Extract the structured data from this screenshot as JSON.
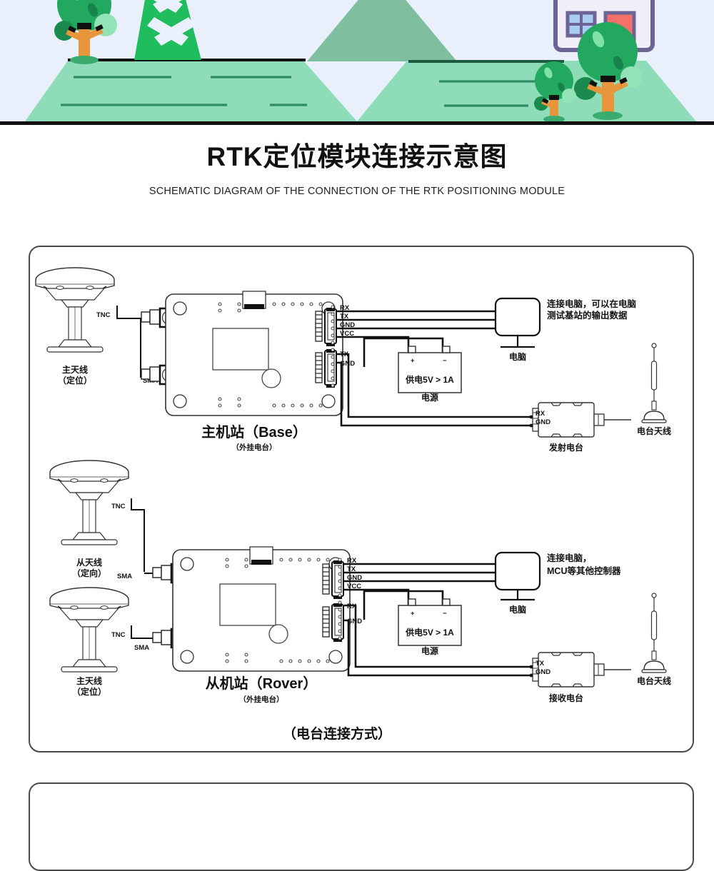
{
  "header": {
    "title": "RTK定位模块连接示意图",
    "subtitle": "SCHEMATIC DIAGRAM OF THE CONNECTION OF THE RTK POSITIONING MODULE"
  },
  "hero": {
    "scene_items": [
      "tree",
      "radio-tower",
      "mountain",
      "house",
      "trees",
      "ground"
    ],
    "colors": {
      "sky": "#eaf0fb",
      "ground": "#8fdcb8",
      "tower": "#20bd5e",
      "mountain": "#7fbfa0",
      "tree_leaf": "#23a95f",
      "tree_trunk": "#e8963c",
      "house_wall": "#f1eef8",
      "house_outline": "#6b6494",
      "house_door": "#f4706b",
      "house_window": "#a9cdf2"
    }
  },
  "diagram": {
    "base_section": {
      "antenna": {
        "label_line1": "主天线",
        "label_line2": "（定位）",
        "connector_top": "TNC",
        "connector_bottom": "SMA"
      },
      "board": {
        "title": "主机站（Base）",
        "subtitle": "（外挂电台）"
      },
      "uart1_pins": [
        "RX",
        "TX",
        "GND",
        "VCC"
      ],
      "uart2_pins": [
        "TX",
        "GND"
      ],
      "power": {
        "plus": "+",
        "minus": "−",
        "spec": "供电5V > 1A",
        "label": "电源"
      },
      "computer": {
        "label": "电脑",
        "note_line1": "连接电脑，可以在电脑",
        "note_line2": "测试基站的输出数据"
      },
      "radio": {
        "label": "发射电台",
        "pins": [
          "RX",
          "GND"
        ],
        "antenna_label": "电台天线"
      }
    },
    "rover_section": {
      "antenna_top": {
        "label_line1": "从天线",
        "label_line2": "（定向）",
        "connector_top": "TNC",
        "connector_bottom": "SMA"
      },
      "antenna_bottom": {
        "label_line1": "主天线",
        "label_line2": "（定位）",
        "connector_top": "TNC",
        "connector_bottom": "SMA"
      },
      "board": {
        "title": "从机站（Rover）",
        "subtitle": "（外挂电台）"
      },
      "uart1_pins": [
        "RX",
        "TX",
        "GND",
        "VCC"
      ],
      "uart2_pins": [
        "RX",
        "GND"
      ],
      "power": {
        "plus": "+",
        "minus": "−",
        "spec": "供电5V > 1A",
        "label": "电源"
      },
      "computer": {
        "label": "电脑",
        "note_line1": "连接电脑，",
        "note_line2": "MCU等其他控制器"
      },
      "radio": {
        "label": "接收电台",
        "pins": [
          "TX",
          "GND"
        ],
        "antenna_label": "电台天线"
      }
    },
    "caption": "（电台连接方式）"
  }
}
